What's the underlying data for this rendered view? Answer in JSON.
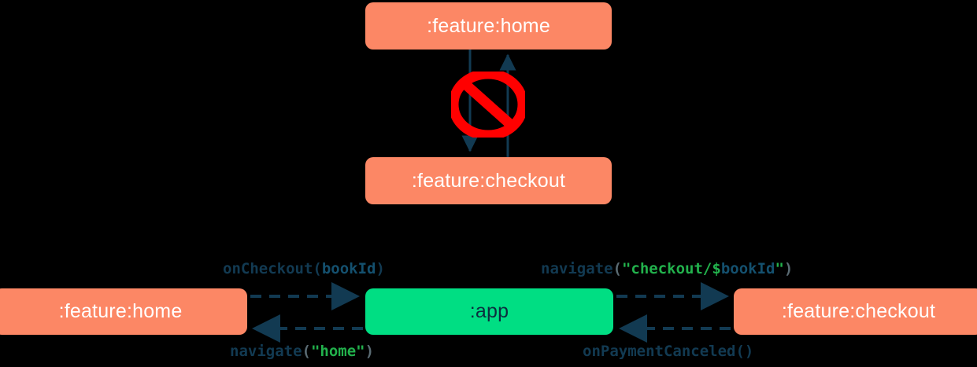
{
  "diagram": {
    "title": "module navigation dependency diagram",
    "colors": {
      "module_feature": "#FC8765",
      "module_app": "#00DE83",
      "edge": "#123A52",
      "forbidden": "#FF0000",
      "string_literal": "#22B14C",
      "background": "#000000"
    },
    "top_cluster": {
      "source_node_label": ":feature:home",
      "target_node_label": ":feature:checkout",
      "forbidden_icon": "no-entry-icon",
      "edge_down_direction": "down",
      "edge_up_direction": "up"
    },
    "bottom_row": {
      "left_node_label": ":feature:home",
      "center_node_label": ":app",
      "right_node_label": ":feature:checkout"
    },
    "edge_labels": {
      "on_checkout": {
        "fn": "onCheckout",
        "open": "(",
        "arg": "bookId",
        "close": ")"
      },
      "navigate_checkout": {
        "fn": "navigate",
        "open": "(",
        "str_open": "\"checkout/",
        "var_sigil": "$",
        "var": "bookId",
        "str_close": "\"",
        "close": ")"
      },
      "navigate_home": {
        "fn": "navigate",
        "open": "(",
        "str": "\"home\"",
        "close": ")"
      },
      "on_payment_canceled": {
        "fn": "onPaymentCanceled",
        "open": "(",
        "close": ")"
      }
    }
  }
}
